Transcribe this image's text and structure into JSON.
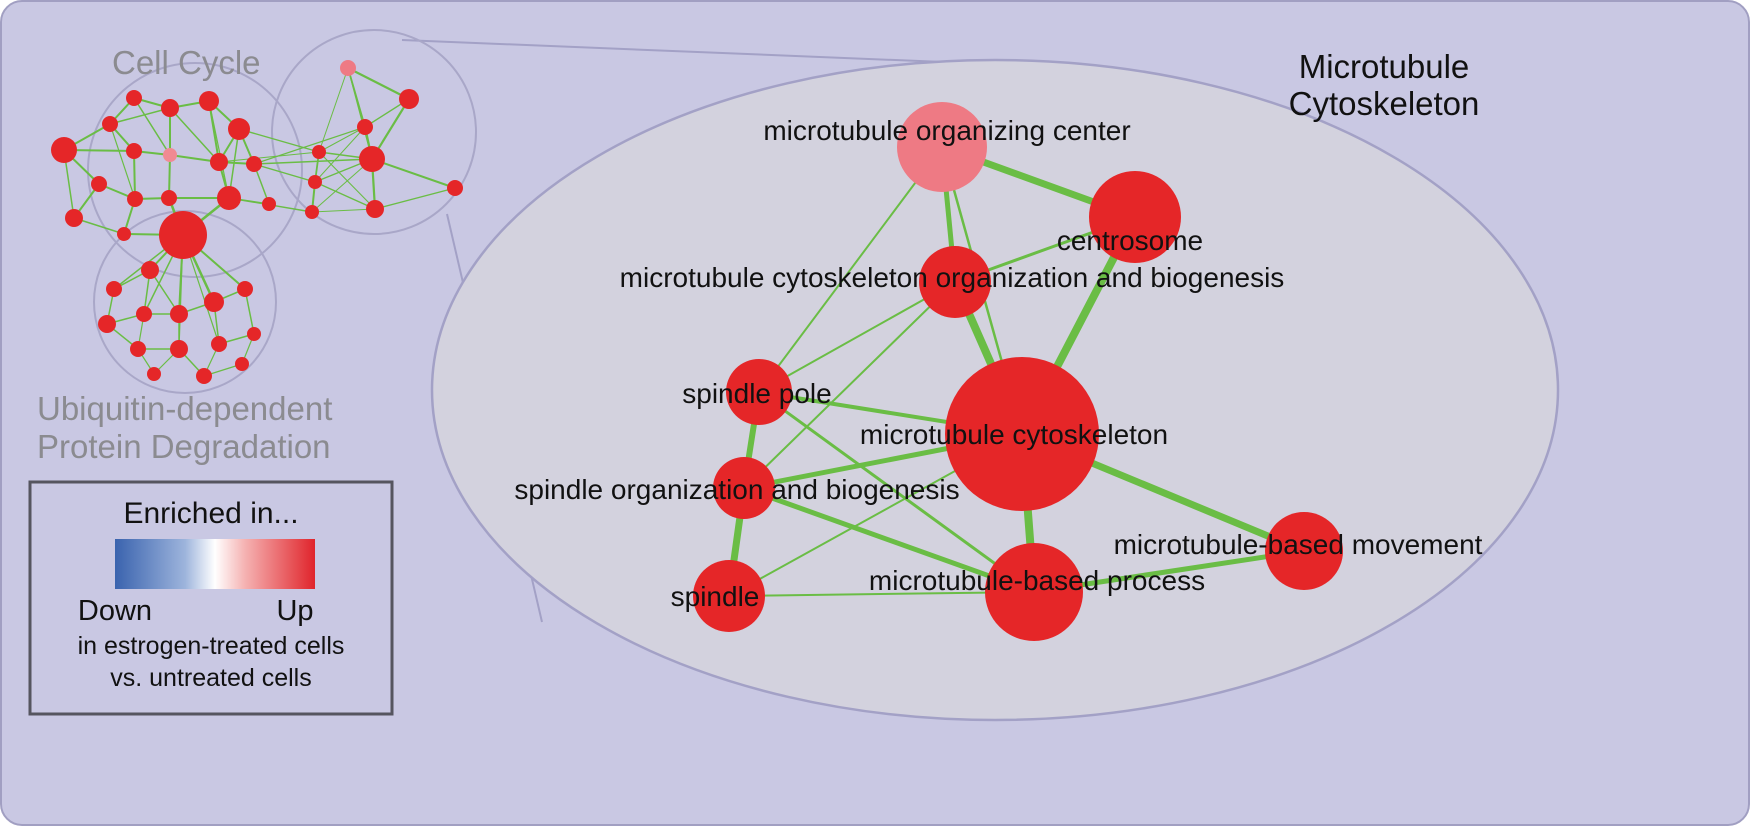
{
  "figure": {
    "type": "enrichment-map-network",
    "overview_labels": {
      "cell_cycle": "Cell Cycle",
      "ubiquitin_line1": "Ubiquitin-dependent",
      "ubiquitin_line2": "Protein Degradation"
    },
    "zoom_cluster_title": {
      "line1": "Microtubule",
      "line2": "Cytoskeleton"
    }
  },
  "network": {
    "nodes": [
      {
        "id": "moc",
        "label": "microtubule organizing center",
        "color": "#ee7a84",
        "size": "medium"
      },
      {
        "id": "centrosome",
        "label": "centrosome",
        "color": "#e52628",
        "size": "medium"
      },
      {
        "id": "mcob",
        "label": "microtubule cytoskeleton organization and biogenesis",
        "color": "#e52628",
        "size": "medium"
      },
      {
        "id": "spindle_pole",
        "label": "spindle pole",
        "color": "#e52628",
        "size": "small"
      },
      {
        "id": "mc",
        "label": "microtubule cytoskeleton",
        "color": "#e52628",
        "size": "large"
      },
      {
        "id": "sob",
        "label": "spindle organization and biogenesis",
        "color": "#e52628",
        "size": "small"
      },
      {
        "id": "mbm",
        "label": "microtubule-based movement",
        "color": "#e52628",
        "size": "medium"
      },
      {
        "id": "mbp",
        "label": "microtubule-based process",
        "color": "#e52628",
        "size": "medium-large"
      },
      {
        "id": "spindle",
        "label": "spindle",
        "color": "#e52628",
        "size": "small"
      }
    ],
    "edges": [
      {
        "source": "moc",
        "target": "centrosome",
        "weight": "thick"
      },
      {
        "source": "moc",
        "target": "mcob",
        "weight": "medium"
      },
      {
        "source": "moc",
        "target": "spindle_pole",
        "weight": "thin"
      },
      {
        "source": "moc",
        "target": "mc",
        "weight": "thin"
      },
      {
        "source": "centrosome",
        "target": "mcob",
        "weight": "medium"
      },
      {
        "source": "centrosome",
        "target": "mc",
        "weight": "thick"
      },
      {
        "source": "mcob",
        "target": "mc",
        "weight": "thick"
      },
      {
        "source": "mcob",
        "target": "spindle_pole",
        "weight": "thin"
      },
      {
        "source": "mcob",
        "target": "sob",
        "weight": "thin"
      },
      {
        "source": "spindle_pole",
        "target": "mc",
        "weight": "medium"
      },
      {
        "source": "spindle_pole",
        "target": "sob",
        "weight": "thick"
      },
      {
        "source": "spindle_pole",
        "target": "mbp",
        "weight": "medium"
      },
      {
        "source": "spindle_pole",
        "target": "spindle",
        "weight": "thin"
      },
      {
        "source": "sob",
        "target": "mc",
        "weight": "medium"
      },
      {
        "source": "sob",
        "target": "spindle",
        "weight": "thick"
      },
      {
        "source": "sob",
        "target": "mbp",
        "weight": "medium"
      },
      {
        "source": "mc",
        "target": "mbm",
        "weight": "thick"
      },
      {
        "source": "mc",
        "target": "mbp",
        "weight": "thick"
      },
      {
        "source": "mc",
        "target": "spindle",
        "weight": "thin"
      },
      {
        "source": "mbp",
        "target": "mbm",
        "weight": "medium"
      },
      {
        "source": "mbp",
        "target": "spindle",
        "weight": "thin"
      }
    ]
  },
  "legend": {
    "title": "Enriched in...",
    "down": "Down",
    "up": "Up",
    "caption_line1": "in estrogen-treated cells",
    "caption_line2": "vs. untreated cells",
    "gradient": [
      "#3a63ae",
      "#ffffff",
      "#e0242b"
    ]
  },
  "colors": {
    "background": "#c9c8e3",
    "panel_border": "#a19fc2",
    "cluster_outline": "#a3a1c6",
    "zoom_ellipse_fill": "#d3d2de",
    "edge_green": "#6abd45",
    "node_red": "#e52628",
    "node_pink": "#ee7a84",
    "node_pink_small": "#f08a93",
    "legend_blue": "#3a63ae",
    "legend_red": "#e0242b",
    "gray_label": "#8b8b90"
  }
}
